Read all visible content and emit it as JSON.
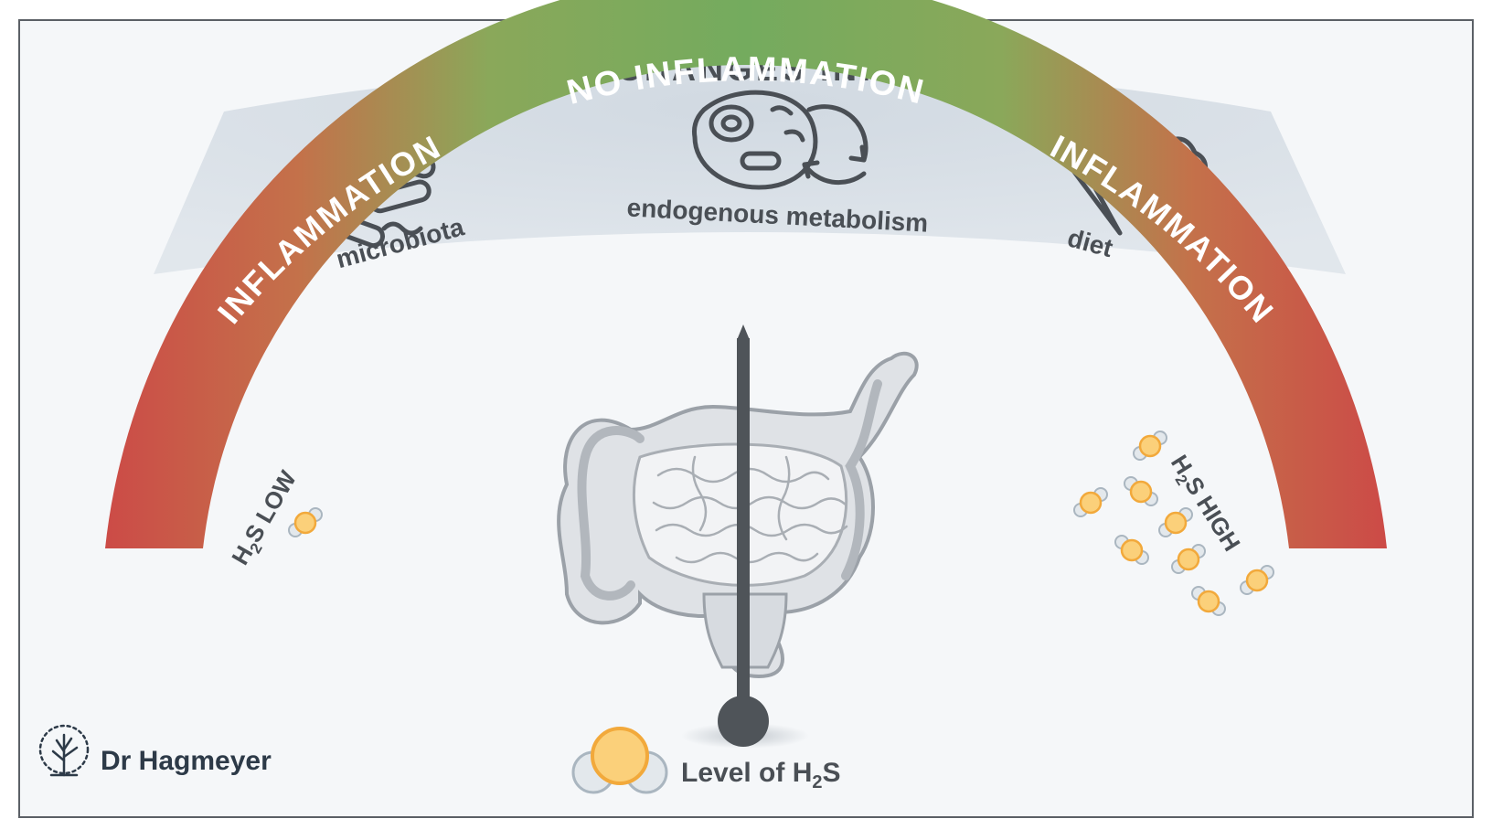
{
  "header": {
    "title": "CHANGES IN:",
    "factors": [
      {
        "label": "microbiota",
        "icon": "bacteria-icon"
      },
      {
        "label": "endogenous metabolism",
        "icon": "cell-cycle-icon"
      },
      {
        "label": "diet",
        "icon": "vegetables-icon"
      }
    ]
  },
  "gauge": {
    "center_label": "NO INFLAMMATION",
    "left_label": "INFLAMMATION",
    "right_label": "INFLAMMATION",
    "left_h2s": {
      "prefix": "H",
      "sub": "2",
      "rest": "S LOW"
    },
    "right_h2s": {
      "prefix": "H",
      "sub": "2",
      "rest": "S HIGH"
    },
    "needle_level": 0.5,
    "colors": {
      "red": "#cc4b47",
      "green": "#7aab5a"
    }
  },
  "legend": {
    "prefix": "Level of H",
    "sub": "2",
    "suffix": "S",
    "icon": "h2s-molecule-icon"
  },
  "brand": {
    "name": "Dr Hagmeyer",
    "icon": "tree-logo-icon"
  }
}
